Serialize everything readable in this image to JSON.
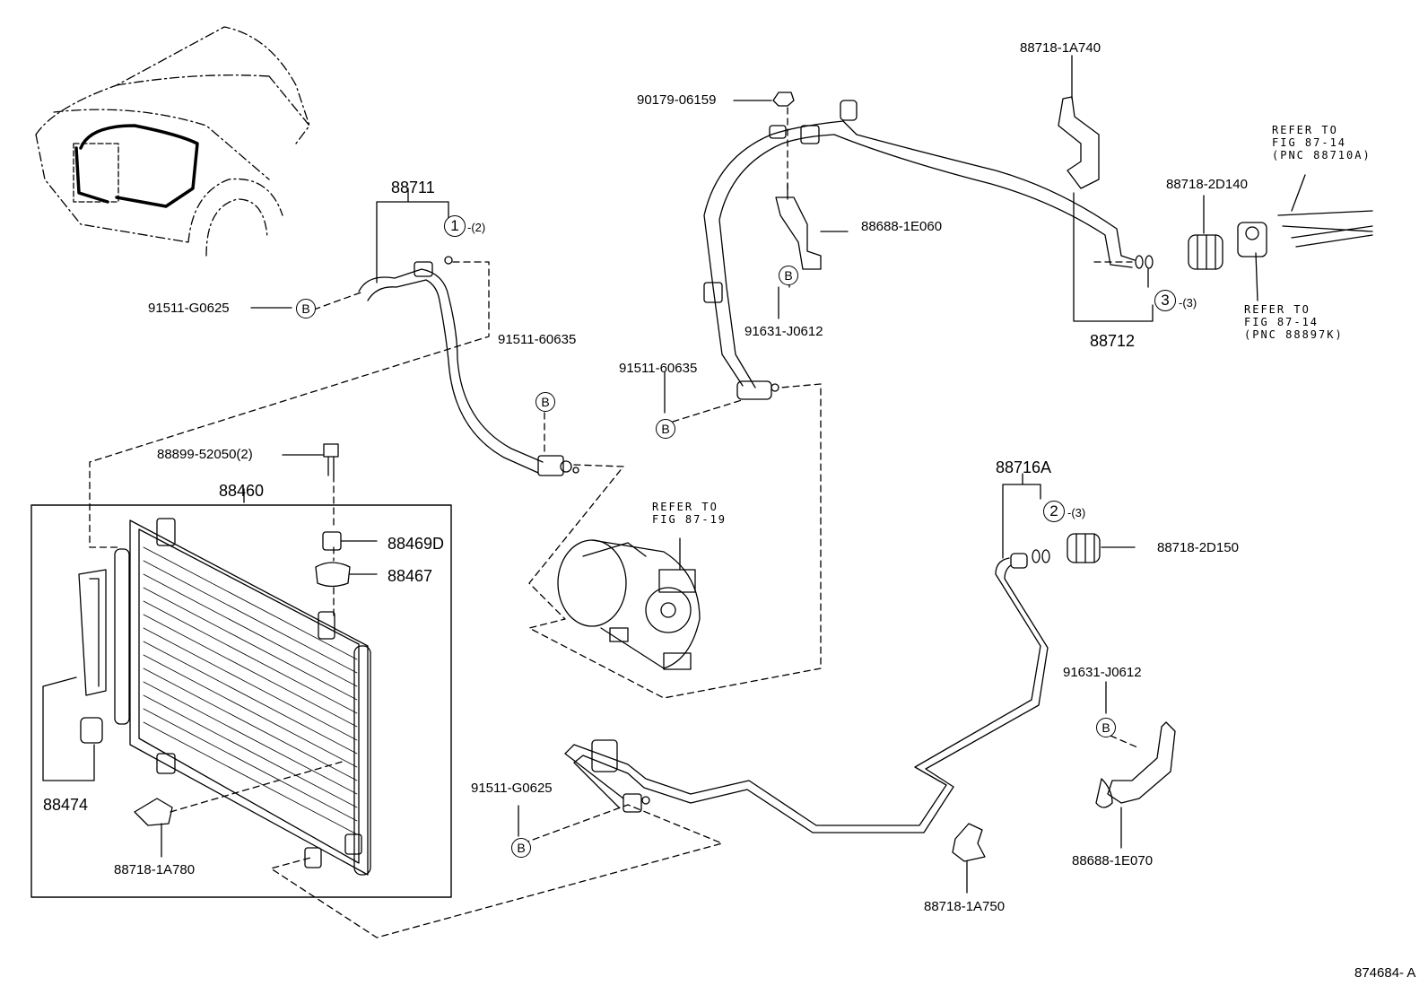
{
  "labels": {
    "p88711": "88711",
    "p88712": "88712",
    "p88716A": "88716A",
    "p88460": "88460",
    "p88474": "88474",
    "p88467": "88467",
    "p88469D": "88469D",
    "p88899": "88899-52050(2)",
    "p91511_G0625_top": "91511-G0625",
    "p91511_60635_a": "91511-60635",
    "p91511_60635_b": "91511-60635",
    "p91511_G0625_bottom": "91511-G0625",
    "p90179": "90179-06159",
    "p88718_1A740": "88718-1A740",
    "p88688_1E060": "88688-1E060",
    "p91631_J0612_top": "91631-J0612",
    "p88718_2D140": "88718-2D140",
    "p88718_2D150": "88718-2D150",
    "p91631_J0612_bottom": "91631-J0612",
    "p88688_1E070": "88688-1E070",
    "p88718_1A750": "88718-1A750",
    "p88718_1A780": "88718-1A780",
    "figure_id": "874684- A"
  },
  "refs": {
    "ref_87_14_a_line1": "REFER TO",
    "ref_87_14_a_line2": "FIG 87-14",
    "ref_87_14_a_line3": "(PNC 88710A)",
    "ref_87_14_b_line1": "REFER TO",
    "ref_87_14_b_line2": "FIG 87-14",
    "ref_87_14_b_line3": "(PNC 88897K)",
    "ref_87_19_line1": "REFER TO",
    "ref_87_19_line2": "FIG 87-19"
  },
  "callouts": {
    "c1": "1",
    "c1_qty": "-(2)",
    "c2": "2",
    "c2_qty": "-(3)",
    "c3": "3",
    "c3_qty": "-(3)",
    "b": "B"
  }
}
